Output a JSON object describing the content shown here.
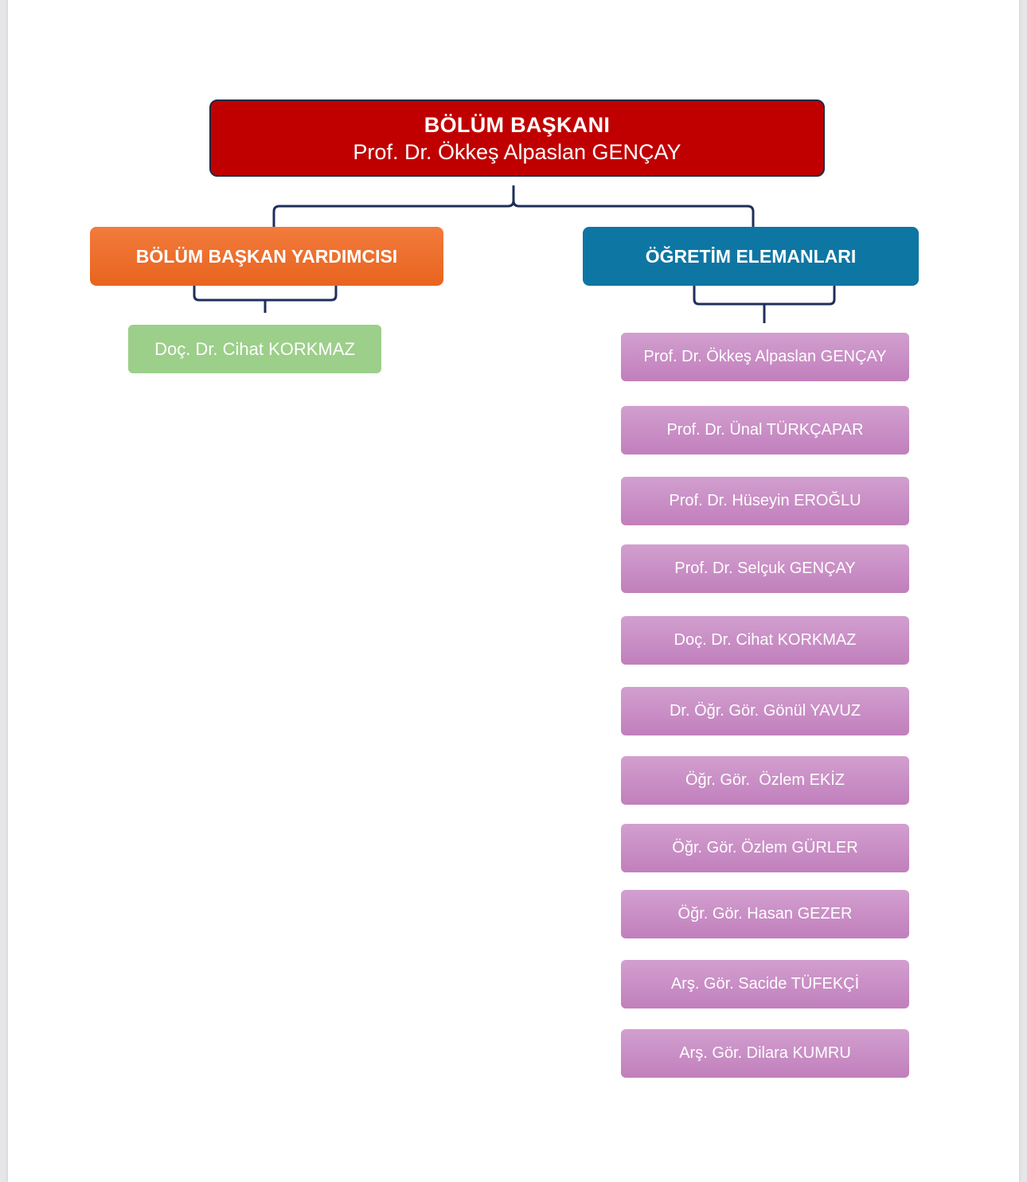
{
  "head": {
    "title": "BÖLÜM BAŞKANI",
    "name": "Prof. Dr. Ökkeş Alpaslan GENÇAY"
  },
  "deputy": {
    "title": "BÖLÜM BAŞKAN YARDIMCISI",
    "member": "Doç. Dr. Cihat KORKMAZ"
  },
  "staff": {
    "title": "ÖĞRETİM ELEMANLARI",
    "members": [
      "Prof. Dr. Ökkeş Alpaslan GENÇAY",
      "Prof. Dr. Ünal TÜRKÇAPAR",
      "Prof. Dr. Hüseyin EROĞLU",
      "Prof. Dr. Selçuk GENÇAY",
      "Doç. Dr. Cihat KORKMAZ",
      "Dr. Öğr. Gör. Gönül YAVUZ",
      "Öğr. Gör.  Özlem EKİZ",
      "Öğr. Gör. Özlem GÜRLER",
      "Öğr. Gör. Hasan GEZER",
      "Arş. Gör. Sacide TÜFEKÇİ",
      "Arş. Gör. Dilara KUMRU"
    ]
  },
  "colors": {
    "head": "#c00000",
    "deputy": "#ee6f2d",
    "staff": "#0e76a3",
    "deputy_member": "#9ccf8a",
    "staff_member": "#c98bc5",
    "connector": "#1f2f5c"
  }
}
